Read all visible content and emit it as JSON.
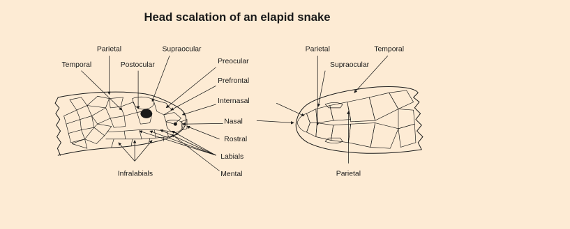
{
  "title": "Head scalation of an elapid snake",
  "labels": {
    "parietal_left": "Parietal",
    "supraocular_left": "Supraocular",
    "temporal_left": "Temporal",
    "postocular": "Postocular",
    "preocular": "Preocular",
    "prefrontal": "Prefrontal",
    "internasal": "Internasal",
    "nasal": "Nasal",
    "rostral": "Rostral",
    "labials": "Labials",
    "infralabials": "Infralabials",
    "mental": "Mental",
    "parietal_top": "Parietal",
    "temporal_right": "Temporal",
    "supraocular_right": "Supraocular",
    "parietal_bottom": "Parietal"
  }
}
